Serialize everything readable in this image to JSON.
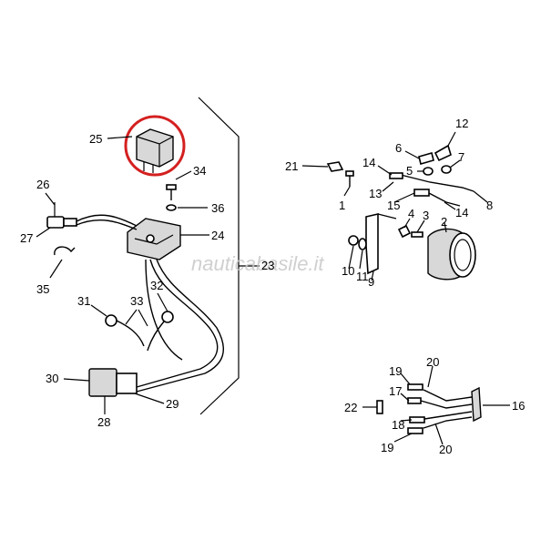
{
  "watermark": "nauticabasile.it",
  "highlight_color": "#d42020",
  "labels": {
    "n1": "1",
    "n2": "2",
    "n3": "3",
    "n4": "4",
    "n5": "5",
    "n6": "6",
    "n7": "7",
    "n8": "8",
    "n9": "9",
    "n10": "10",
    "n11": "11",
    "n12": "12",
    "n13": "13",
    "n14a": "14",
    "n14b": "14",
    "n15": "15",
    "n16": "16",
    "n17": "17",
    "n18": "18",
    "n19a": "19",
    "n19b": "19",
    "n20a": "20",
    "n20b": "20",
    "n21": "21",
    "n22": "22",
    "n23": "23",
    "n24": "24",
    "n25": "25",
    "n26": "26",
    "n27": "27",
    "n28": "28",
    "n29": "29",
    "n30": "30",
    "n31": "31",
    "n32": "32",
    "n33": "33",
    "n34": "34",
    "n35": "35",
    "n36": "36"
  }
}
